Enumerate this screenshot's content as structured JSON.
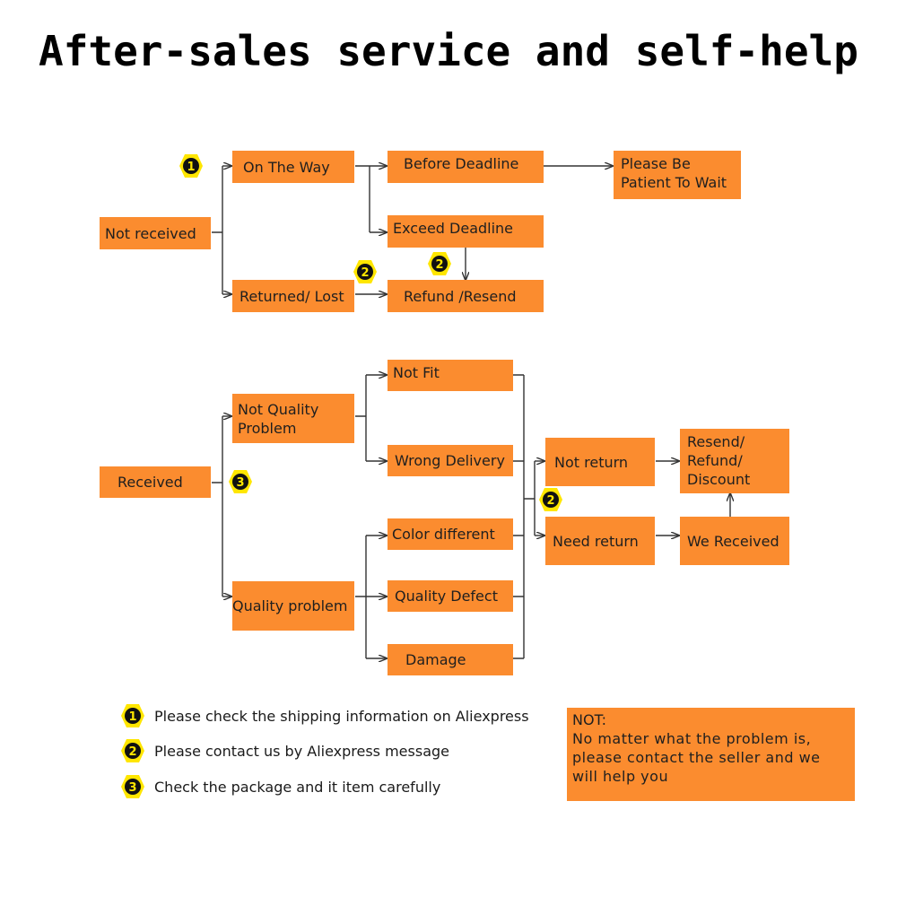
{
  "title": "After-sales service and self-help",
  "colors": {
    "box": "#fb8c2f",
    "badge": "#ffe600",
    "line": "#333333"
  },
  "nodes": {
    "not_received": "Not received",
    "on_the_way": "On The Way",
    "before_deadline": "Before Deadline",
    "please_wait": "Please Be\nPatient To Wait",
    "exceed_deadline": "Exceed Deadline",
    "returned_lost": "Returned/ Lost",
    "refund_resend": "Refund /Resend",
    "received": "Received",
    "not_quality_problem": "Not Quality\nProblem",
    "quality_problem": "Quality problem",
    "not_fit": "Not Fit",
    "wrong_delivery": "Wrong Delivery",
    "color_different": "Color different",
    "quality_defect": "Quality Defect",
    "damage": "Damage",
    "not_return": "Not return",
    "need_return": "Need return",
    "resend_refund_discount": "Resend/\nRefund/\nDiscount",
    "we_received": "We Received"
  },
  "badges": {
    "one": "1",
    "two": "2",
    "three": "3"
  },
  "legend": [
    {
      "badge": "1",
      "text": "Please check the shipping information on Aliexpress"
    },
    {
      "badge": "2",
      "text": "Please contact us by Aliexpress message"
    },
    {
      "badge": "3",
      "text": "Check the package and it item carefully"
    }
  ],
  "note": {
    "heading": "NOT:",
    "body": "No matter what the problem is, please contact the seller and we will help you"
  }
}
